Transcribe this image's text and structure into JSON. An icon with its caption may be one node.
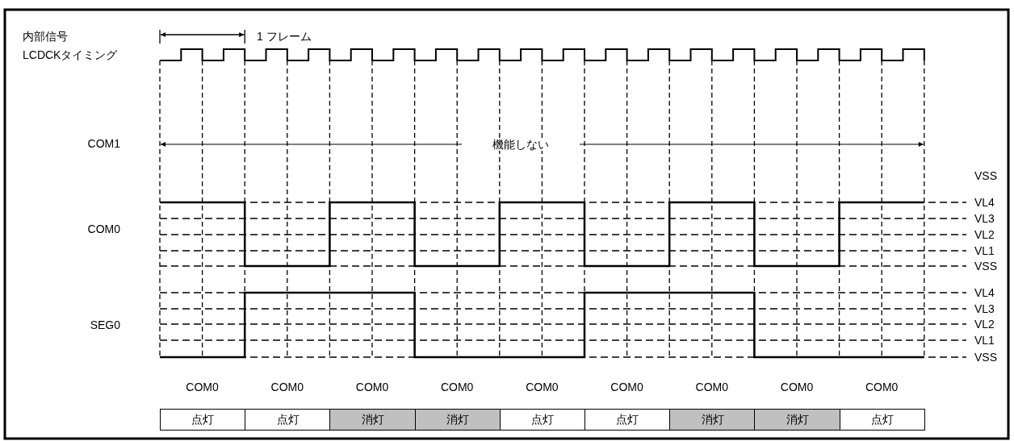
{
  "diagram": {
    "nodes": [
      {
        "text": [
          "点灯"
        ]
      },
      {
        "text": [
          "点灯"
        ]
      },
      {
        "text": [
          "消灯"
        ]
      },
      {
        "text": [
          "消灯"
        ]
      },
      {
        "text": [
          "点灯"
        ]
      },
      {
        "text": [
          "点灯"
        ]
      },
      {
        "text": [
          "消灯"
        ]
      },
      {
        "text": [
          "消灯"
        ]
      },
      {
        "text": [
          "点灯"
        ]
      }
    ],
    "labels": [
      "内部信号",
      "LCDCKタイミング",
      "1 フレーム",
      "COM1",
      "機能しない",
      "VSS",
      "VL4",
      "COM0",
      "VL3",
      "VL2",
      "VL1",
      "VSS",
      "VL4",
      "VL3",
      "SEG0",
      "VL2",
      "VL1",
      "VSS",
      "COM0",
      "COM0",
      "COM0",
      "COM0",
      "COM0",
      "COM0",
      "COM0",
      "COM0",
      "COM0"
    ]
  }
}
